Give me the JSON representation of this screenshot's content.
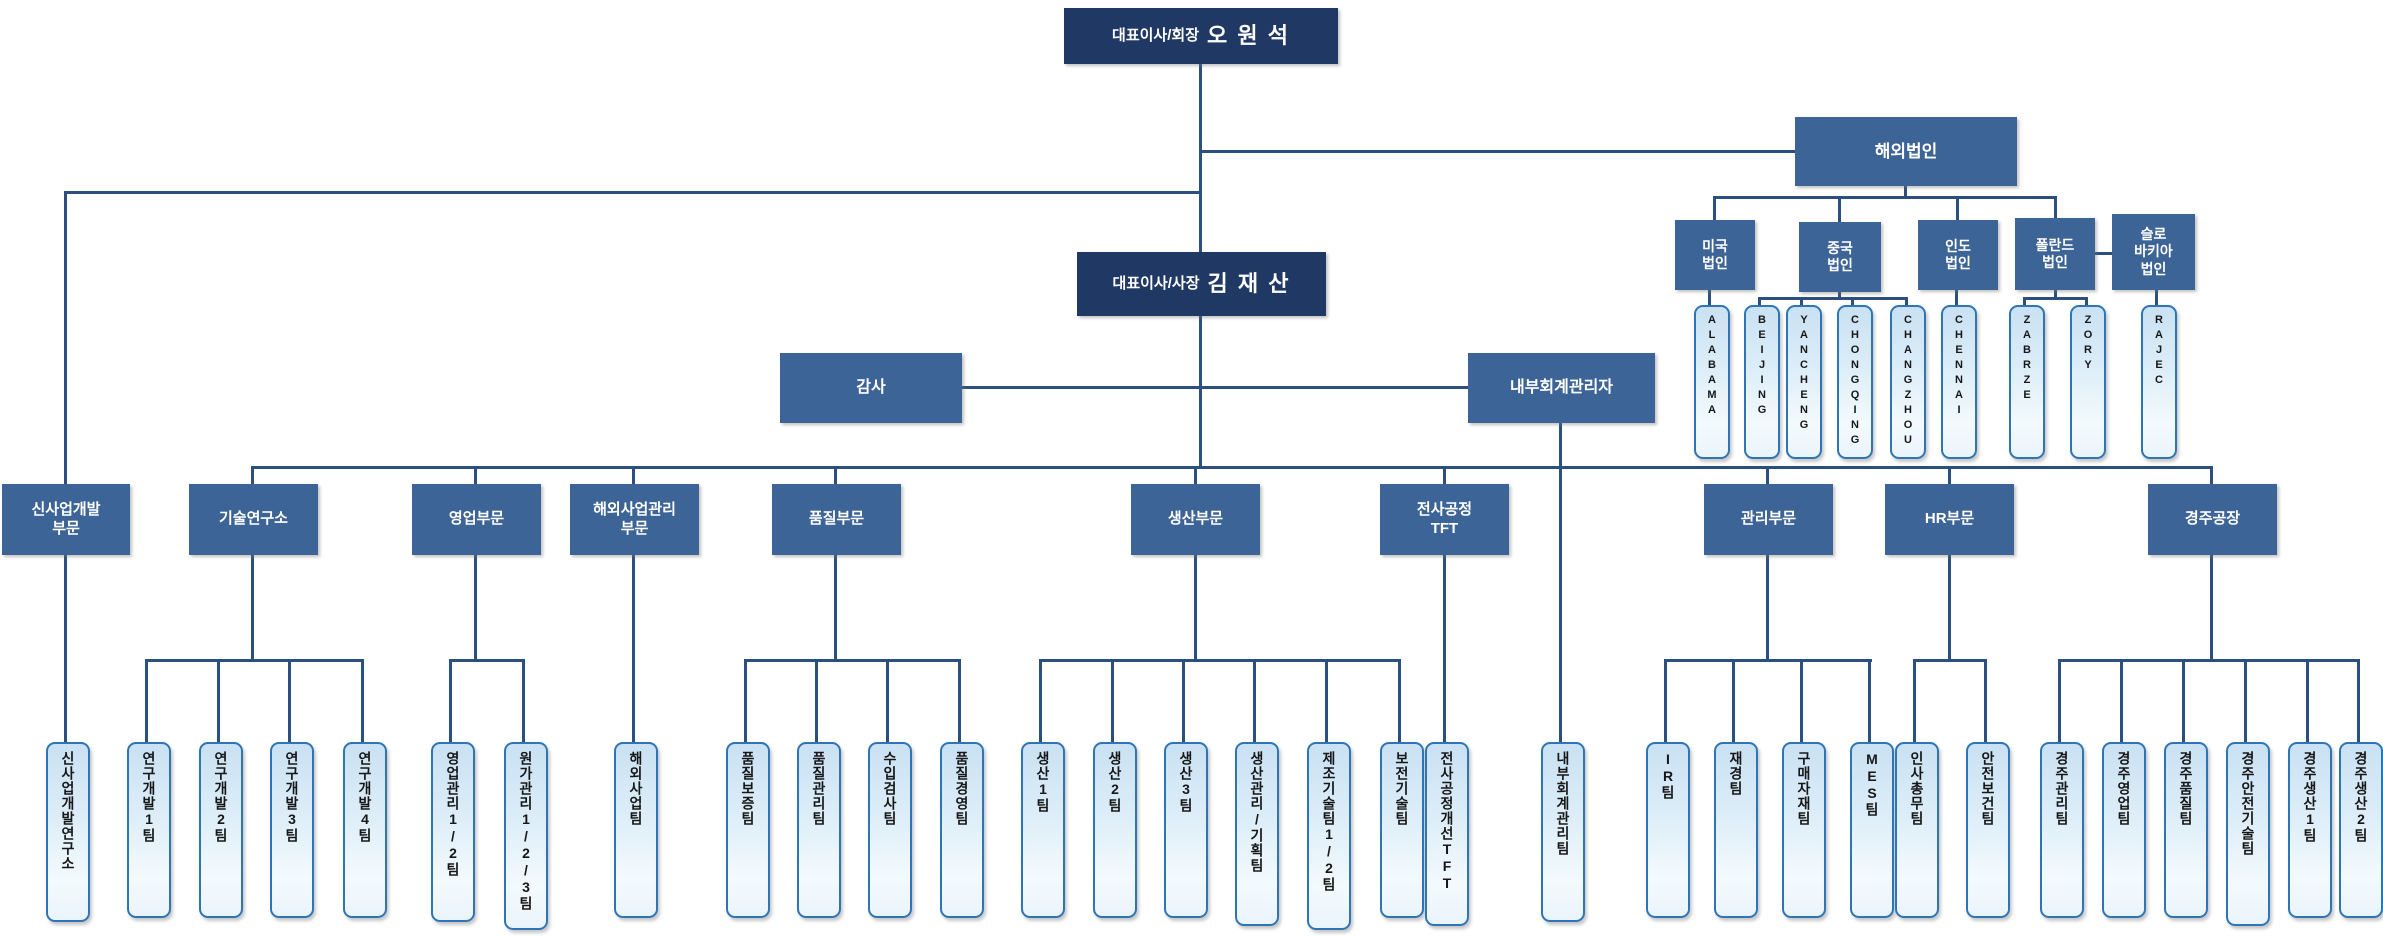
{
  "org": {
    "chairman": {
      "title": "대표이사/회장",
      "name": "오 원 석"
    },
    "president": {
      "title": "대표이사/사장",
      "name": "김 재 산"
    },
    "audit_label": "감사",
    "internal_accounting": {
      "label": "내부회계관리자",
      "team": "내부회계관리팀"
    },
    "overseas": {
      "label": "해외법인",
      "subsidiaries": [
        {
          "label": "미국\n법인",
          "plants": [
            "ALABAMA"
          ]
        },
        {
          "label": "중국\n법인",
          "plants": [
            "BEIJING",
            "YANCHENG",
            "CHONGQING",
            "CHANGZHOU"
          ]
        },
        {
          "label": "인도\n법인",
          "plants": [
            "CHENNAI"
          ]
        },
        {
          "label": "폴란드\n법인",
          "plants": [
            "ZABRZE",
            "ZORY"
          ]
        },
        {
          "label": "슬로\n바키아\n법인",
          "plants": [
            "RAJEC"
          ]
        }
      ]
    },
    "departments": [
      {
        "label": "신사업개발\n부문",
        "teams": [
          "신사업개발연구소"
        ]
      },
      {
        "label": "기술연구소",
        "teams": [
          "연구개발1팀",
          "연구개발2팀",
          "연구개발3팀",
          "연구개발4팀"
        ]
      },
      {
        "label": "영업부문",
        "teams": [
          "영업관리1/2팀",
          "원가관리1/2/3팀"
        ]
      },
      {
        "label": "해외사업관리\n부문",
        "teams": [
          "해외사업팀"
        ]
      },
      {
        "label": "품질부문",
        "teams": [
          "품질보증팀",
          "품질관리팀",
          "수입검사팀",
          "품질경영팀"
        ]
      },
      {
        "label": "생산부문",
        "teams": [
          "생산1팀",
          "생산2팀",
          "생산3팀",
          "생산관리/기획팀",
          "제조기술팀1/2팀",
          "보전기술팀"
        ]
      },
      {
        "label": "전사공정\nTFT",
        "teams": [
          "전사공정개선TFT"
        ]
      },
      {
        "label": "관리부문",
        "teams": [
          "IR팀",
          "재경팀",
          "구매자재팀",
          "MES팀"
        ]
      },
      {
        "label": "HR부문",
        "teams": [
          "인사총무팀",
          "안전보건팀"
        ]
      },
      {
        "label": "경주공장",
        "teams": [
          "경주관리팀",
          "경주영업팀",
          "경주품질팀",
          "경주안전기술팀",
          "경주생산1팀",
          "경주생산2팀"
        ]
      }
    ]
  },
  "colors": {
    "primary_dark": "#1F3864",
    "primary_medium": "#3D6496",
    "connector": "#2B4F7E",
    "pill_border": "#2E75B6",
    "pill_fill_top": "#C9E1F3",
    "pill_fill_bottom": "#F3FAFD"
  }
}
